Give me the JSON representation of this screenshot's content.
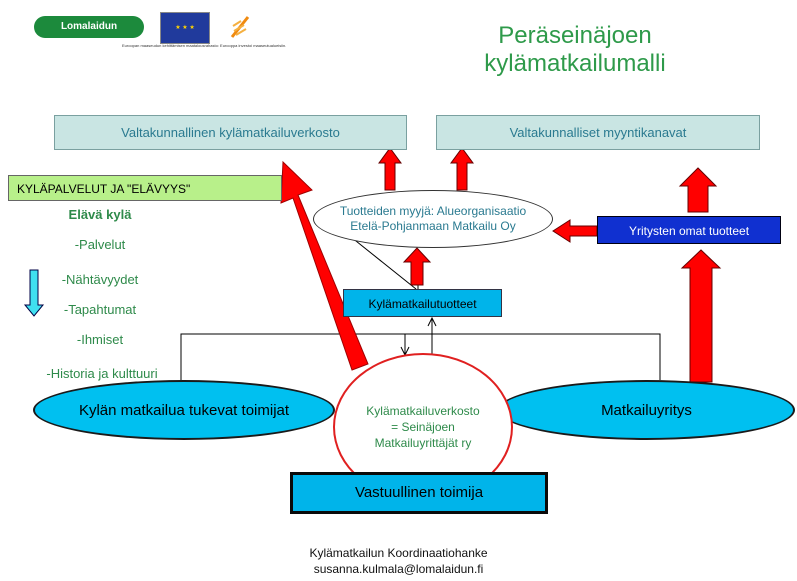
{
  "header": {
    "logo_text": "Lomalaidun",
    "eu_caption": "Euroopan maaseudun kehittämisen maatalousrahasto: Eurooppa investoi maaseutualueisiin.",
    "title_line1": "Peräseinäjoen",
    "title_line2": "kylämatkailumalli"
  },
  "nodes": {
    "valtakunnallinen_verkosto": "Valtakunnallinen kylämatkailuverkosto",
    "valtakunnalliset_kanavat": "Valtakunnalliset myyntikanavat",
    "kylapalvelut": "KYLÄPALVELUT JA \"ELÄVYYS\"",
    "myyja_line1": "Tuotteiden myyjä: Alueorganisaatio",
    "myyja_line2": "Etelä-Pohjanmaan Matkailu Oy",
    "omat_tuotteet": "Yritysten omat tuotteet",
    "kylamatkailutuotteet": "Kylämatkailutuotteet",
    "tukevat_toimijat": "Kylän matkailua tukevat toimijat",
    "verkosto_line1": "Kylämatkailuverkosto",
    "verkosto_line2": "= Seinäjoen",
    "verkosto_line3": "Matkailuyrittäjät ry",
    "matkailuyritys": "Matkailuyritys",
    "vastuullinen": "Vastuullinen toimija"
  },
  "left_list": {
    "heading": "Elävä kylä",
    "items": [
      "-Palvelut",
      "-Nähtävyydet",
      "-Tapahtumat",
      "-Ihmiset",
      "-Historia ja kulttuuri"
    ]
  },
  "footer": {
    "line1": "Kylämatkailun Koordinaatiohanke",
    "line2": "susanna.kulmala@lomalaidun.fi"
  },
  "colors": {
    "arrow_red": "#ff0000",
    "title_green": "#2e9a4a",
    "oval_cyan": "#00c0f0",
    "box_blue": "#1030d0",
    "list_green": "#b8f08a"
  }
}
